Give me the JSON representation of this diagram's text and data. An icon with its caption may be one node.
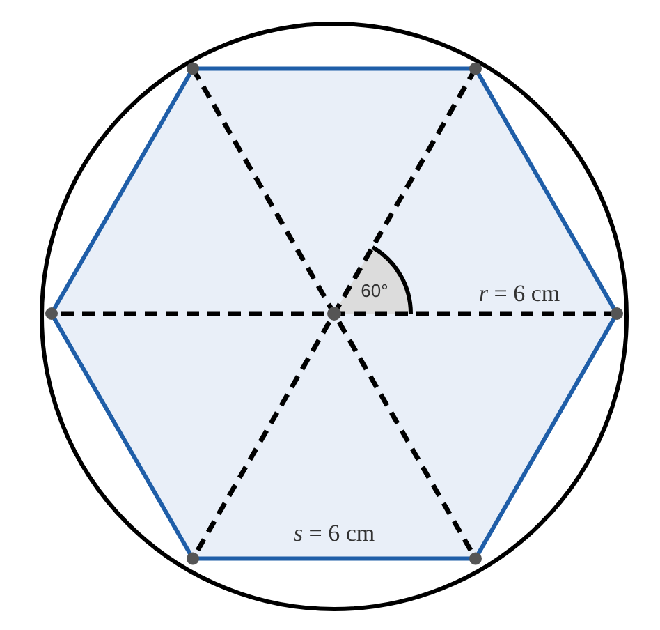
{
  "diagram": {
    "labels": [
      "60°",
      "*r* = 6 cm",
      "*s* = 6 cm"
    ]
  }
}
